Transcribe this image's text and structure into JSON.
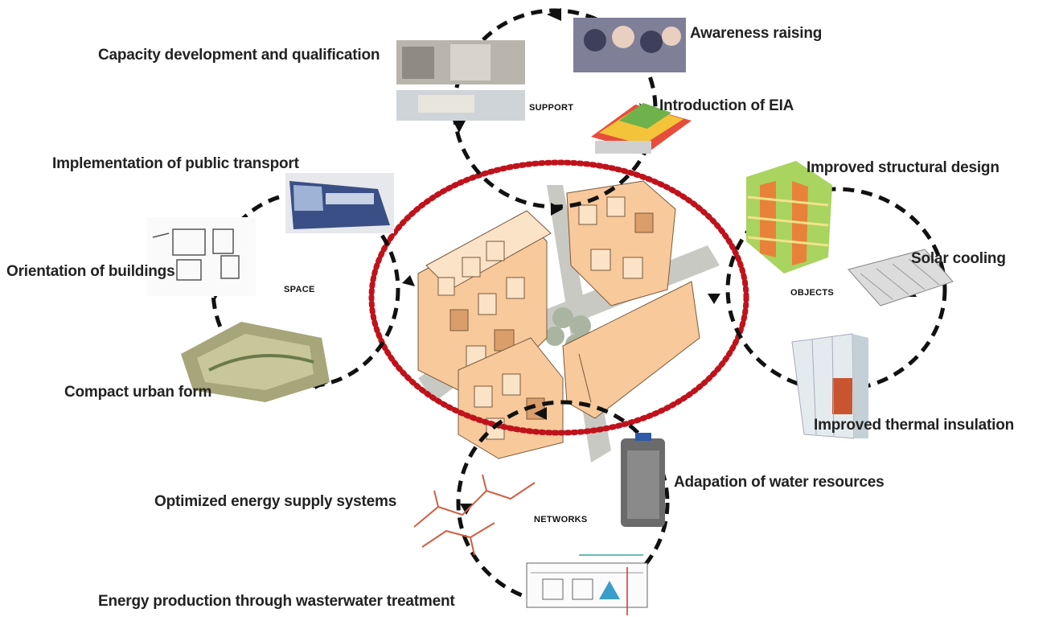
{
  "groups": {
    "support": {
      "name": "SUPPORT",
      "items": [
        "Capacity development and qualification",
        "Awareness raising",
        "Introduction of EIA"
      ]
    },
    "space": {
      "name": "SPACE",
      "items": [
        "Implementation of public transport",
        "Orientation of buildings",
        "Compact urban form"
      ]
    },
    "objects": {
      "name": "OBJECTS",
      "items": [
        "Improved structural design",
        "Solar cooling",
        "Improved thermal insulation"
      ]
    },
    "networks": {
      "name": "NETWORKS",
      "items": [
        "Adapation of water resources",
        "Optimized energy supply systems",
        "Energy production through wasterwater treatment"
      ]
    }
  },
  "colors": {
    "center_ellipse": "#c0121b",
    "dashed_cycle": "#111111",
    "building_fill": "#f7c99b",
    "building_top": "#fbe3c8",
    "building_shadow": "#d99e6a",
    "street": "#c9c9c4"
  },
  "illustrations": [
    "classroom-photo",
    "students-photo",
    "eia-documents",
    "tram-photo",
    "site-plan-sketch",
    "terrain-model",
    "structural-frame-model",
    "solar-collector",
    "glass-facade-panel",
    "water-tank",
    "pipe-network-map",
    "treatment-schematic",
    "urban-block-model"
  ]
}
